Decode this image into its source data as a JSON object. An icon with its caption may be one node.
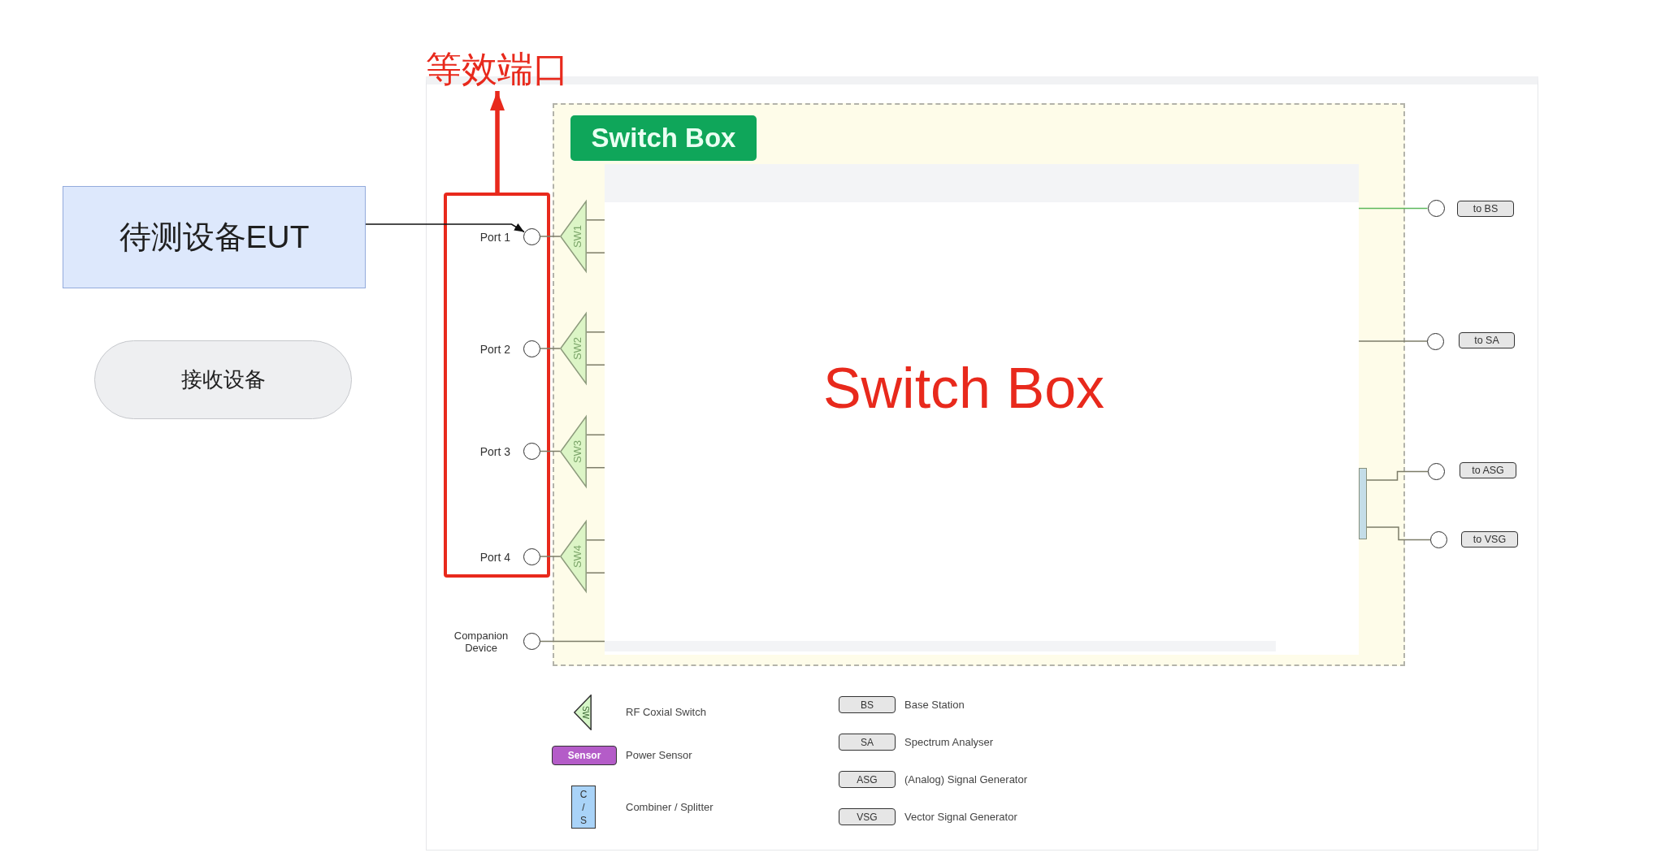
{
  "diagram": {
    "nodes": [
      {
        "text": [
          "待测设备EUT"
        ]
      },
      {
        "text": [
          "接收设备"
        ]
      },
      {
        "text": [
          "等效端口"
        ]
      },
      {
        "text": [],
        "shape": "box"
      },
      {
        "text": [],
        "shape": "circle",
        "beside": [
          "Port 1"
        ],
        "in": 3
      },
      {
        "text": [],
        "shape": "circle",
        "beside": [
          "Port 2"
        ],
        "in": 3
      },
      {
        "text": [],
        "shape": "circle",
        "beside": [
          "Port 3"
        ],
        "in": 3
      },
      {
        "text": [],
        "shape": "circle",
        "beside": [
          "Port 4"
        ],
        "in": 3
      },
      {
        "text": [],
        "shape": "circle",
        "beside": [
          "Companion Device"
        ]
      },
      {
        "text": [
          "Switch Box"
        ]
      },
      {
        "text": [
          "SW1"
        ],
        "in": 9
      },
      {
        "text": [
          "SW2"
        ],
        "in": 9
      },
      {
        "text": [
          "SW3"
        ],
        "in": 9
      },
      {
        "text": [
          "SW4"
        ],
        "in": 9
      },
      {
        "text": [
          "Switch Box"
        ],
        "in": 9
      },
      {
        "text": [],
        "shape": "bar",
        "in": 9
      },
      {
        "text": [],
        "shape": "circle"
      },
      {
        "text": [
          "to BS"
        ]
      },
      {
        "text": [],
        "shape": "circle"
      },
      {
        "text": [
          "to SA"
        ]
      },
      {
        "text": [],
        "shape": "circle"
      },
      {
        "text": [
          "to ASG"
        ]
      },
      {
        "text": [],
        "shape": "circle"
      },
      {
        "text": [
          "to VSG"
        ]
      }
    ],
    "edges": [
      {
        "from": 0,
        "to": 4,
        "arrow": "to",
        "color": "#111111"
      },
      {
        "from": 3,
        "to": 2,
        "arrow": "to",
        "style": "thick",
        "color": "#e8291c"
      },
      {
        "from": 4,
        "to": 10,
        "arrow": "none"
      },
      {
        "from": 5,
        "to": 11,
        "arrow": "none"
      },
      {
        "from": 6,
        "to": 12,
        "arrow": "none"
      },
      {
        "from": 7,
        "to": 13,
        "arrow": "none"
      },
      {
        "from": 10,
        "to": 14,
        "arrow": "none"
      },
      {
        "from": 10,
        "to": 14,
        "arrow": "none"
      },
      {
        "from": 11,
        "to": 14,
        "arrow": "none"
      },
      {
        "from": 11,
        "to": 14,
        "arrow": "none"
      },
      {
        "from": 12,
        "to": 14,
        "arrow": "none"
      },
      {
        "from": 12,
        "to": 14,
        "arrow": "none"
      },
      {
        "from": 13,
        "to": 14,
        "arrow": "none"
      },
      {
        "from": 13,
        "to": 14,
        "arrow": "none"
      },
      {
        "from": 8,
        "to": 14,
        "arrow": "none"
      },
      {
        "from": 14,
        "to": 16,
        "arrow": "none",
        "color": "#5cb85c"
      },
      {
        "from": 14,
        "to": 18,
        "arrow": "none"
      },
      {
        "from": 15,
        "to": 20,
        "arrow": "none"
      },
      {
        "from": 15,
        "to": 22,
        "arrow": "none"
      }
    ],
    "labels": [
      "SW",
      "Sensor",
      "C / S",
      "BS",
      "SA",
      "ASG",
      "VSG"
    ],
    "legend": [
      {
        "text": "RF Coxial Switch"
      },
      {
        "text": "Power Sensor",
        "color": "#b45cc8"
      },
      {
        "text": "Combiner / Splitter",
        "color": "#a9d3f8"
      },
      {
        "text": "Base Station",
        "color": "#e6e6e6"
      },
      {
        "text": "Spectrum Analyser",
        "color": "#e6e6e6"
      },
      {
        "text": "(Analog) Signal Generator",
        "color": "#e6e6e6"
      },
      {
        "text": "Vector Signal Generator",
        "color": "#e6e6e6"
      }
    ]
  }
}
